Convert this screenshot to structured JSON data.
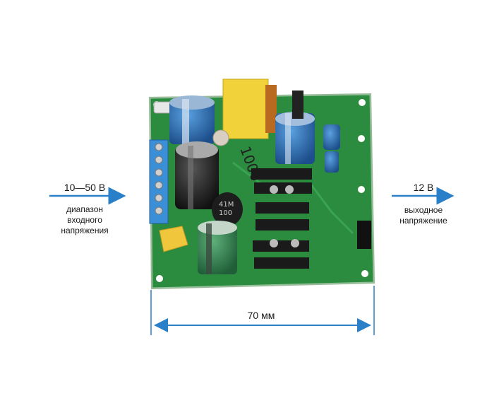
{
  "input": {
    "voltage_range": "10—50 В",
    "caption_lines": [
      "диапазон",
      "входного",
      "напряжения"
    ]
  },
  "output": {
    "voltage": "12 В",
    "caption_lines": [
      "выходное",
      "напряжение"
    ]
  },
  "board": {
    "width_label": "70 мм",
    "silkscreen": [
      "41M",
      "100"
    ]
  },
  "colors": {
    "arrow": "#2a7fc9",
    "pcb": "#2a8a3e",
    "text": "#1a1a1a"
  }
}
